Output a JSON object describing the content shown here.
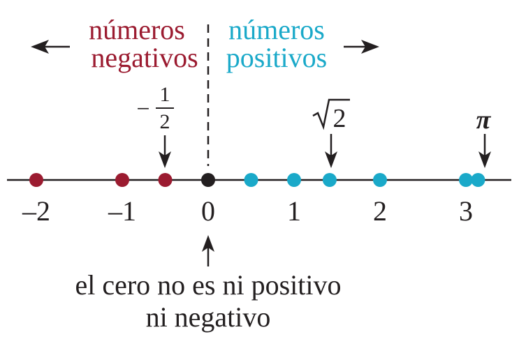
{
  "labels": {
    "negative_line1": "números",
    "negative_line2": "negativos",
    "positive_line1": "números",
    "positive_line2": "positivos",
    "zero_note_line1": "el cero no es ni positivo",
    "zero_note_line2": "ni negativo",
    "neg_half_sign": "−",
    "neg_half_num": "1",
    "neg_half_den": "2",
    "sqrt2_radicand": "2",
    "pi": "π"
  },
  "axis": {
    "ticks": [
      {
        "value": -2,
        "label": "–2"
      },
      {
        "value": -1,
        "label": "–1"
      },
      {
        "value": 0,
        "label": "0"
      },
      {
        "value": 1,
        "label": "1"
      },
      {
        "value": 2,
        "label": "2"
      },
      {
        "value": 3,
        "label": "3"
      }
    ]
  },
  "points": [
    {
      "value": -2,
      "kind": "negative"
    },
    {
      "value": -1,
      "kind": "negative"
    },
    {
      "value": -0.5,
      "kind": "negative"
    },
    {
      "value": 0,
      "kind": "zero"
    },
    {
      "value": 0.5,
      "kind": "positive"
    },
    {
      "value": 1,
      "kind": "positive"
    },
    {
      "value": 1.414,
      "kind": "positive"
    },
    {
      "value": 2,
      "kind": "positive"
    },
    {
      "value": 3,
      "kind": "positive"
    },
    {
      "value": 3.1416,
      "kind": "positive"
    }
  ],
  "colors": {
    "negative": "#9b1b30",
    "positive": "#1aa9c9",
    "zero": "#231f20",
    "text": "#231f20"
  }
}
